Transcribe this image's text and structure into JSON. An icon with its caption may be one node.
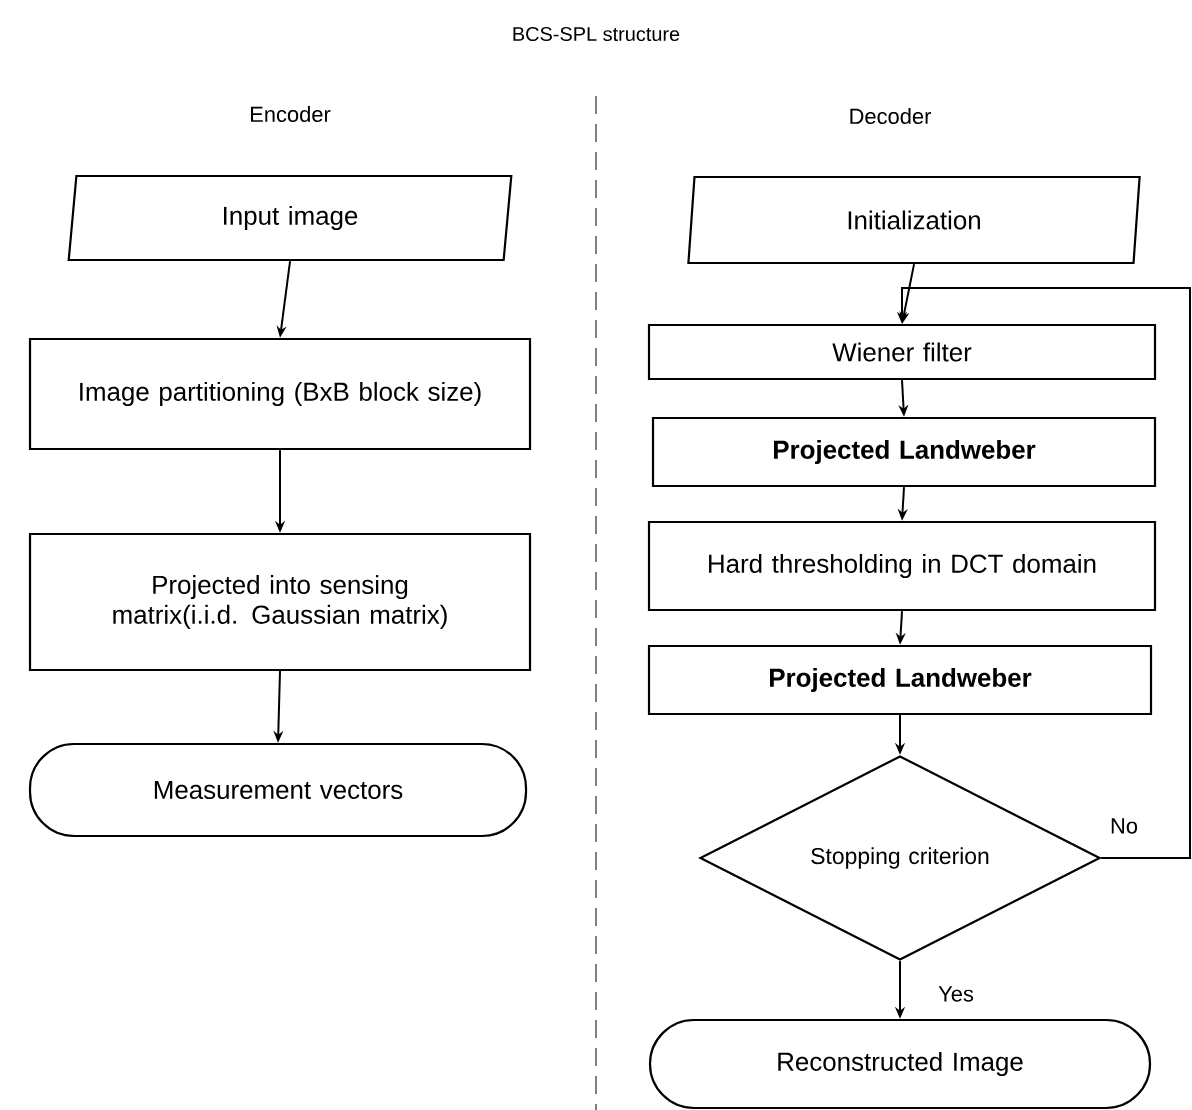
{
  "diagram": {
    "title": "BCS-SPL structure",
    "nodes": [
      {
        "text": [
          "Input image"
        ]
      },
      {
        "text": [
          "Image partitioning (BxB block size)"
        ]
      },
      {
        "text": [
          "Projected into sensing matrix(i.i.d. Gaussian matrix)"
        ]
      },
      {
        "text": [
          "Measurement vectors"
        ]
      },
      {
        "text": [
          "Initialization"
        ]
      },
      {
        "text": [
          "Wiener filter"
        ]
      },
      {
        "text": [
          "Projected Landweber"
        ]
      },
      {
        "text": [
          "Hard thresholding in DCT domain"
        ]
      },
      {
        "text": [
          "Projected Landweber"
        ]
      },
      {
        "text": [
          "Stopping criterion"
        ]
      },
      {
        "text": [
          "Reconstructed Image"
        ]
      }
    ],
    "edges": [
      {
        "from": 0,
        "to": 1,
        "arrow": "to"
      },
      {
        "from": 1,
        "to": 2,
        "arrow": "to"
      },
      {
        "from": 2,
        "to": 3,
        "arrow": "to"
      },
      {
        "from": 4,
        "to": 5,
        "arrow": "to"
      },
      {
        "from": 5,
        "to": 6,
        "arrow": "to"
      },
      {
        "from": 6,
        "to": 7,
        "arrow": "to"
      },
      {
        "from": 7,
        "to": 8,
        "arrow": "to"
      },
      {
        "from": 8,
        "to": 9,
        "arrow": "to"
      },
      {
        "from": 9,
        "to": 10,
        "arrow": "to",
        "label": "Yes"
      },
      {
        "from": 9,
        "to": 5,
        "arrow": "to",
        "label": "No"
      }
    ],
    "labels": [
      "Encoder",
      "Decoder"
    ]
  }
}
